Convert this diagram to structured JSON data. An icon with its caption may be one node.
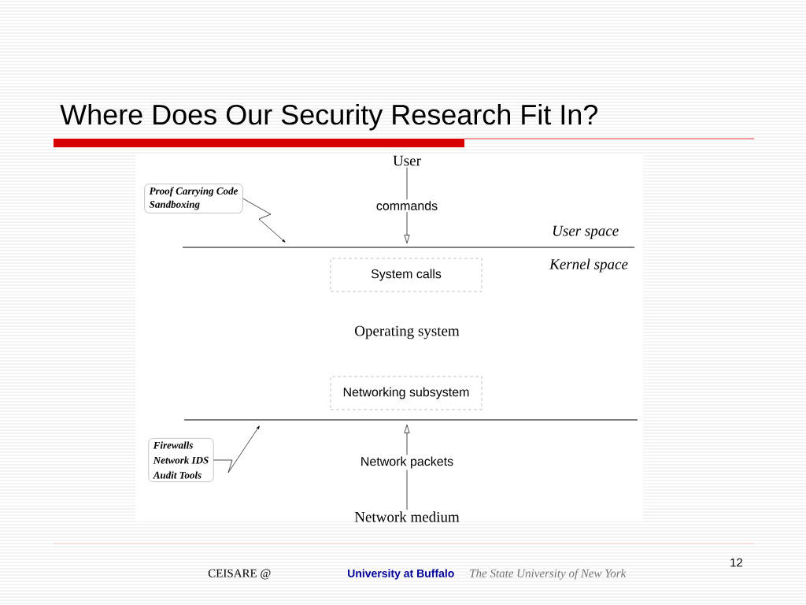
{
  "diagram": {
    "title": "Where Does Our Security Research Fit In?",
    "nodes": [
      {
        "text": [
          "User"
        ]
      },
      {
        "text": [
          "System calls"
        ]
      },
      {
        "text": [
          "Networking subsystem"
        ]
      },
      {
        "text": [
          "Network medium"
        ]
      },
      {
        "text": [
          "Proof Carrying Code",
          "Sandboxing"
        ]
      },
      {
        "text": [
          "Firewalls",
          "Network IDS",
          "Audit Tools"
        ]
      }
    ],
    "edges": [
      {
        "from": 0,
        "to": null,
        "arrow": "to",
        "label": "commands"
      },
      {
        "from": 3,
        "to": null,
        "arrow": "to",
        "label": "Network packets"
      },
      {
        "from": 4,
        "to": null,
        "arrow": "to"
      },
      {
        "from": 5,
        "to": null,
        "arrow": "to"
      }
    ],
    "labels": [
      "User space",
      "Kernel space",
      "Operating system",
      "CEISARE @",
      "University at Buffalo",
      "The State University of New York",
      "12"
    ]
  }
}
